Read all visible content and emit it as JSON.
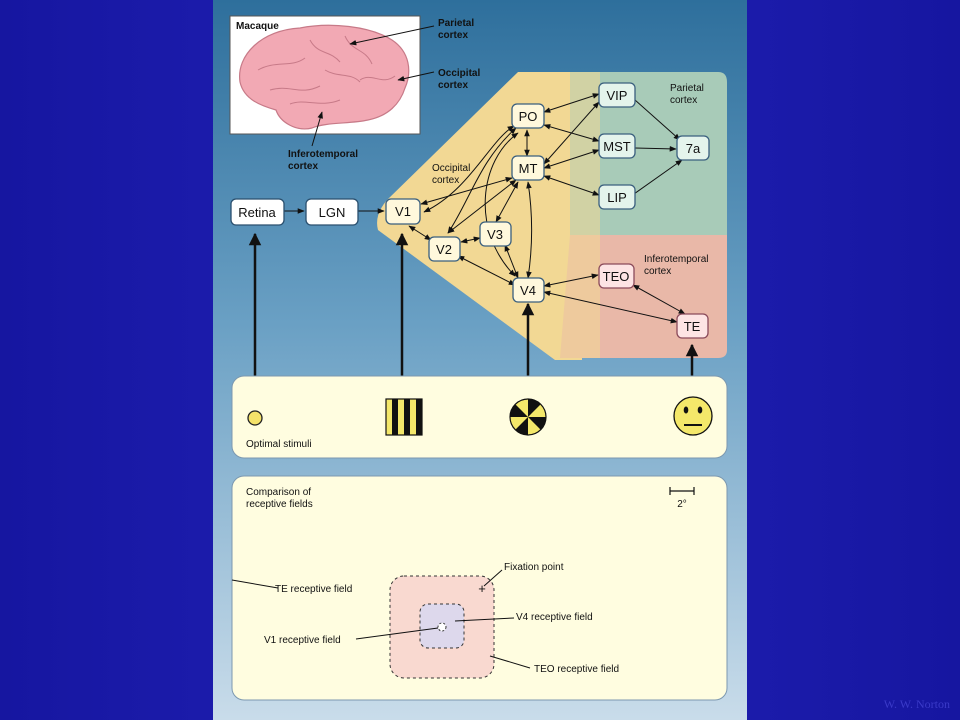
{
  "figure": {
    "inset": {
      "title": "Macaque",
      "parietal": [
        "Parietal",
        "cortex"
      ],
      "occipital": [
        "Occipital",
        "cortex"
      ],
      "inferotemporal": [
        "Inferotemporal",
        "cortex"
      ]
    },
    "regions": {
      "occipital": [
        "Occipital",
        "cortex"
      ],
      "parietal": [
        "Parietal",
        "cortex"
      ],
      "inferotemporal": [
        "Inferotemporal",
        "cortex"
      ]
    },
    "nodes": {
      "retina": "Retina",
      "lgn": "LGN",
      "v1": "V1",
      "v2": "V2",
      "v3": "V3",
      "v4": "V4",
      "po": "PO",
      "mt": "MT",
      "vip": "VIP",
      "mst": "MST",
      "lip": "LIP",
      "area7a": "7a",
      "teo": "TEO",
      "te": "TE"
    },
    "stimuli": {
      "label": "Optimal stimuli"
    },
    "receptive": {
      "title": [
        "Comparison of",
        "receptive fields"
      ],
      "scale": "2°",
      "fixation": "Fixation point",
      "te": "TE receptive field",
      "v4": "V4 receptive field",
      "v1": "V1 receptive field",
      "teo": "TEO receptive field"
    }
  },
  "credit": "W. W. Norton"
}
